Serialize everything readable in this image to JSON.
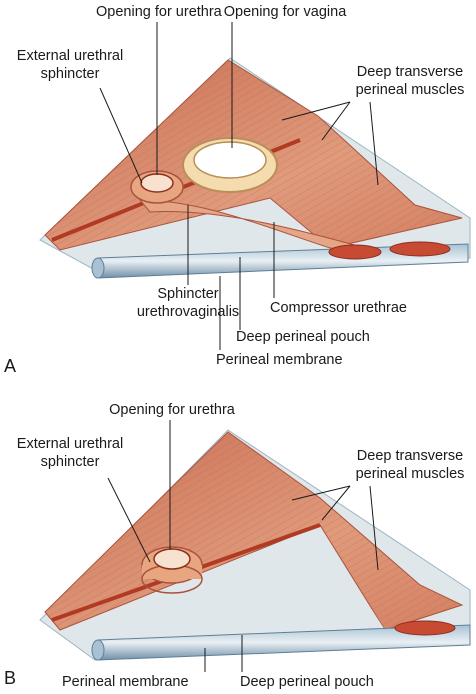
{
  "panel_a": {
    "letter": "A",
    "labels": {
      "opening_urethra": "Opening for urethra",
      "opening_vagina": "Opening for vagina",
      "external_sphincter_1": "External urethral",
      "external_sphincter_2": "sphincter",
      "deep_transverse_1": "Deep transverse",
      "deep_transverse_2": "perineal muscles",
      "sphincter_uv_1": "Sphincter",
      "sphincter_uv_2": "urethrovaginalis",
      "compressor_urethrae": "Compressor urethrae",
      "deep_pouch": "Deep perineal pouch",
      "perineal_membrane": "Perineal membrane"
    }
  },
  "panel_b": {
    "letter": "B",
    "labels": {
      "opening_urethra": "Opening for urethra",
      "external_sphincter_1": "External urethral",
      "external_sphincter_2": "sphincter",
      "deep_transverse_1": "Deep transverse",
      "deep_transverse_2": "perineal muscles",
      "perineal_membrane": "Perineal membrane",
      "deep_pouch": "Deep perineal pouch"
    }
  },
  "colors": {
    "muscle": "#d9866a",
    "muscle_dark": "#b8563e",
    "membrane": "#cfdbe0",
    "membrane_edge": "#7f9db3",
    "ring": "#f4dcae",
    "pouch_floor": "#dfe7ea"
  }
}
